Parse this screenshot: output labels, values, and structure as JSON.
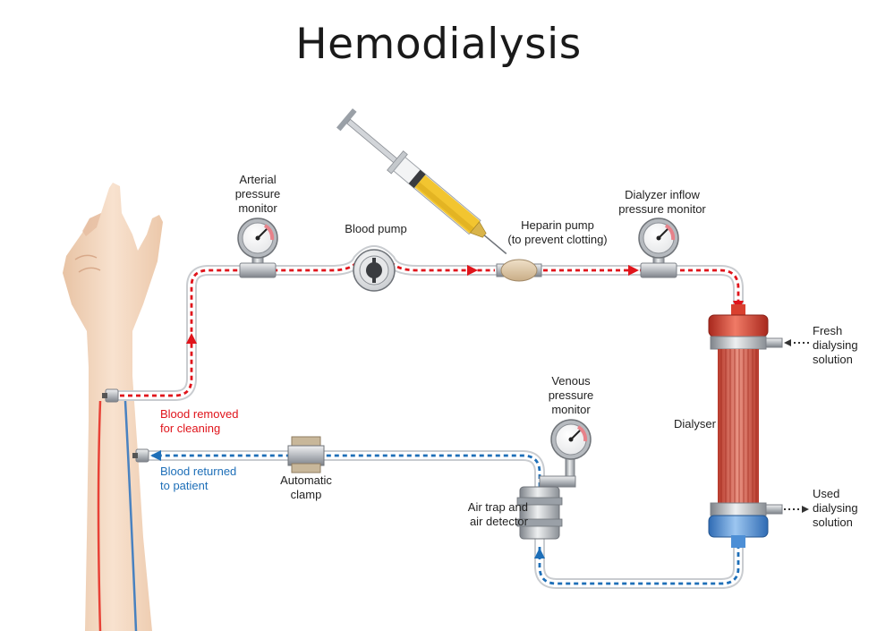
{
  "title": "Hemodialysis",
  "labels": {
    "arterial": "Arterial\npressure\nmonitor",
    "blood_pump": "Blood pump",
    "heparin": "Heparin pump\n(to prevent clotting)",
    "dialyzer_inflow": "Dialyzer inflow\npressure monitor",
    "fresh": "Fresh\ndialysing\nsolution",
    "dialyser": "Dialyser",
    "used": "Used\ndialysing\nsolution",
    "venous": "Venous\npressure\nmonitor",
    "air_trap": "Air trap and\nair detector",
    "clamp": "Automatic\nclamp",
    "removed": "Blood removed\nfor cleaning",
    "returned": "Blood returned\nto patient"
  },
  "colors": {
    "arterial_flow": "#e0141b",
    "venous_flow": "#1e6fb8",
    "tube": "#c9ccd0",
    "syringe_fluid": "#f2c530",
    "dialyser_top": "#d9402f",
    "dialyser_bottom": "#4d8fd6"
  }
}
